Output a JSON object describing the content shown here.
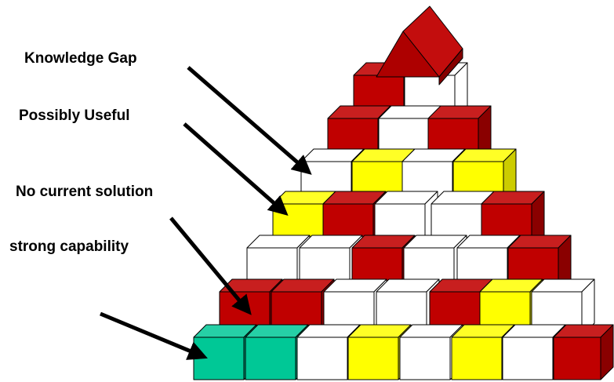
{
  "labels": {
    "knowledge_gap": "Knowledge Gap",
    "possibly_useful": "Possibly Useful",
    "no_current_solution": "No current solution",
    "strong_capability": "strong capability"
  },
  "colors": {
    "red": "#c00000",
    "yellow": "#ffff00",
    "teal": "#00c896",
    "white": "#ffffff",
    "outline": "#000000",
    "arrow": "#000000"
  }
}
